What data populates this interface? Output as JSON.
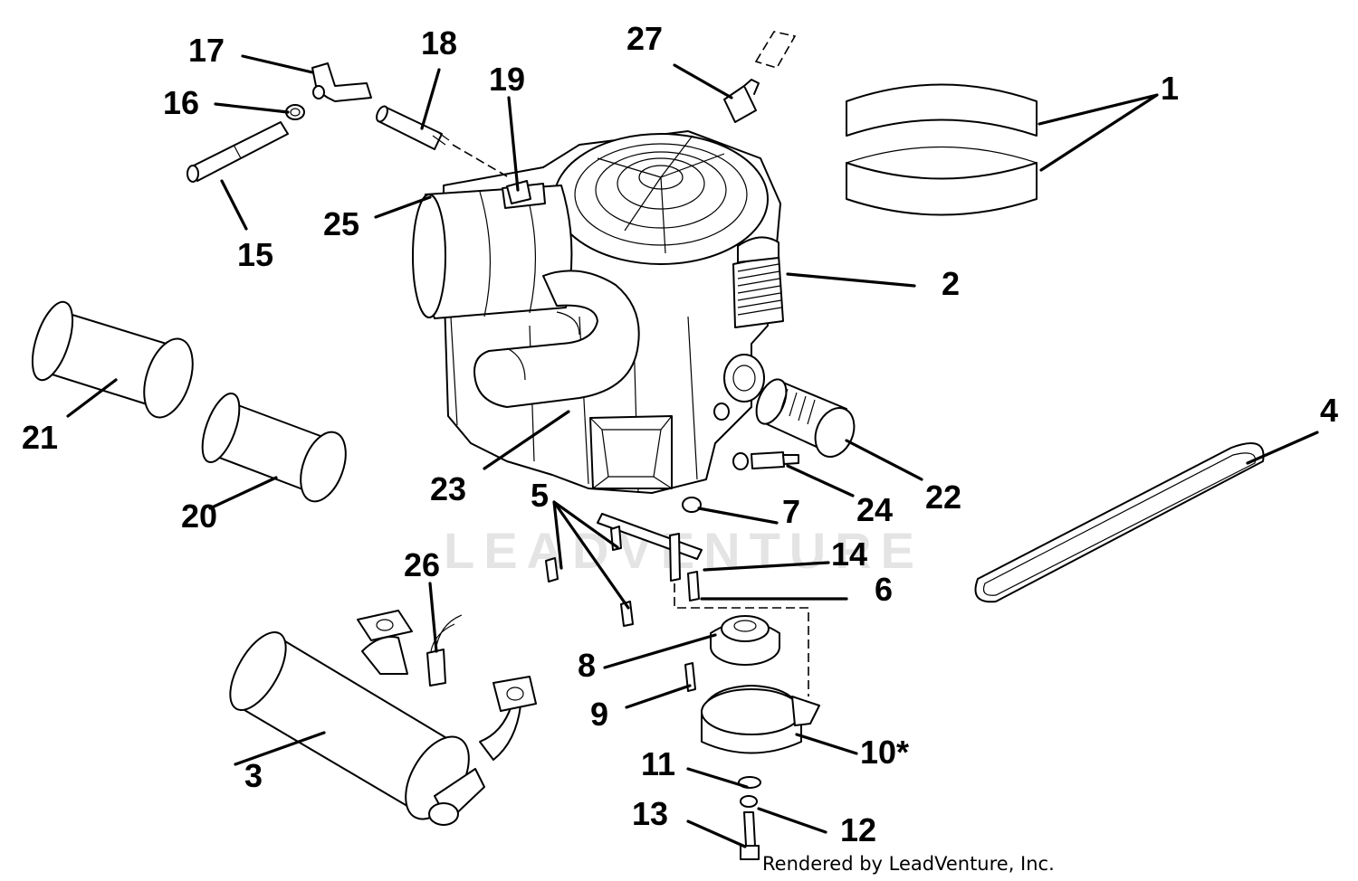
{
  "diagram": {
    "watermark": "LEADVENTURE",
    "credit": "Rendered by LeadVenture, Inc.",
    "callouts": {
      "c1": "1",
      "c2": "2",
      "c3": "3",
      "c4": "4",
      "c5": "5",
      "c6": "6",
      "c7": "7",
      "c8": "8",
      "c9": "9",
      "c10": "10*",
      "c11": "11",
      "c12": "12",
      "c13": "13",
      "c14": "14",
      "c15": "15",
      "c16": "16",
      "c17": "17",
      "c18": "18",
      "c19": "19",
      "c20": "20",
      "c21": "21",
      "c22": "22",
      "c23": "23",
      "c24": "24",
      "c25": "25",
      "c26": "26",
      "c27": "27"
    }
  }
}
